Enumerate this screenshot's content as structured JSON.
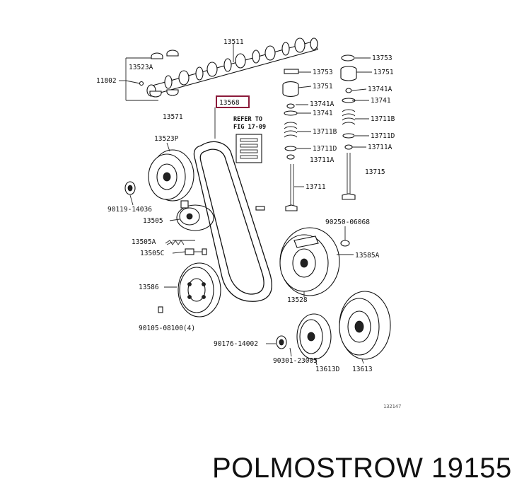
{
  "labels": {
    "l13511": "13511",
    "l13523a": "13523A",
    "l11802": "11802",
    "l13571": "13571",
    "l13568": "13568",
    "l13523p": "13523P",
    "l90119": "90119-14036",
    "l13505": "13505",
    "l13505a": "13505A",
    "l13505c": "13505C",
    "l13586": "13586",
    "l90105": "90105-08100(4)",
    "l13753a": "13753",
    "l13753b": "13753",
    "l13751a": "13751",
    "l13751b": "13751",
    "l13741aa": "13741A",
    "l13741ab": "13741A",
    "l13741a": "13741",
    "l13741b": "13741",
    "l13711ba": "13711B",
    "l13711bb": "13711B",
    "l13711da": "13711D",
    "l13711db": "13711D",
    "l13711aa": "13711A",
    "l13711ab": "13711A",
    "l13711": "13711",
    "l13715": "13715",
    "l90250": "90250-06068",
    "l13585a": "13585A",
    "l13528": "13528",
    "l90176": "90176-14002",
    "l90301": "90301-23005",
    "l13613d": "13613D",
    "l13613": "13613",
    "code": "132147"
  },
  "refer": {
    "line1": "REFER TO",
    "line2": "FIG 17-09"
  },
  "footer": {
    "brand": "POLMOSTROW 19155"
  },
  "colors": {
    "highlight_box": "#8b1a3a",
    "ink": "#111111"
  }
}
